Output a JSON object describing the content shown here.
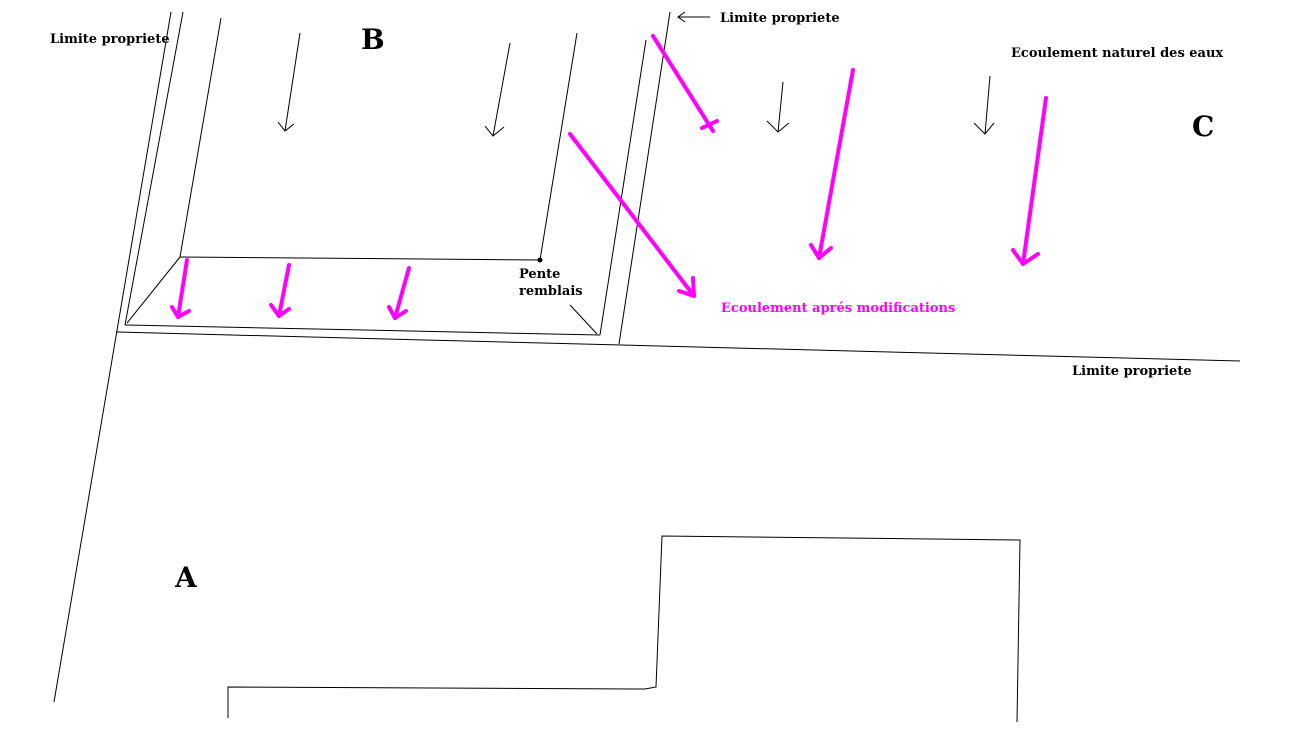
{
  "labels": {
    "limite_left": "Limite propriete",
    "limite_top": "Limite propriete",
    "limite_right": "Limite propriete",
    "zone_a": "A",
    "zone_b": "B",
    "zone_c": "C",
    "pente_line1": "Pente",
    "pente_line2": "remblais",
    "ecoulement_naturel": "Ecoulement naturel des eaux",
    "ecoulement_apres": "Ecoulement aprés modifications"
  },
  "colors": {
    "line": "#000000",
    "flow_after": "#ff00ff"
  }
}
